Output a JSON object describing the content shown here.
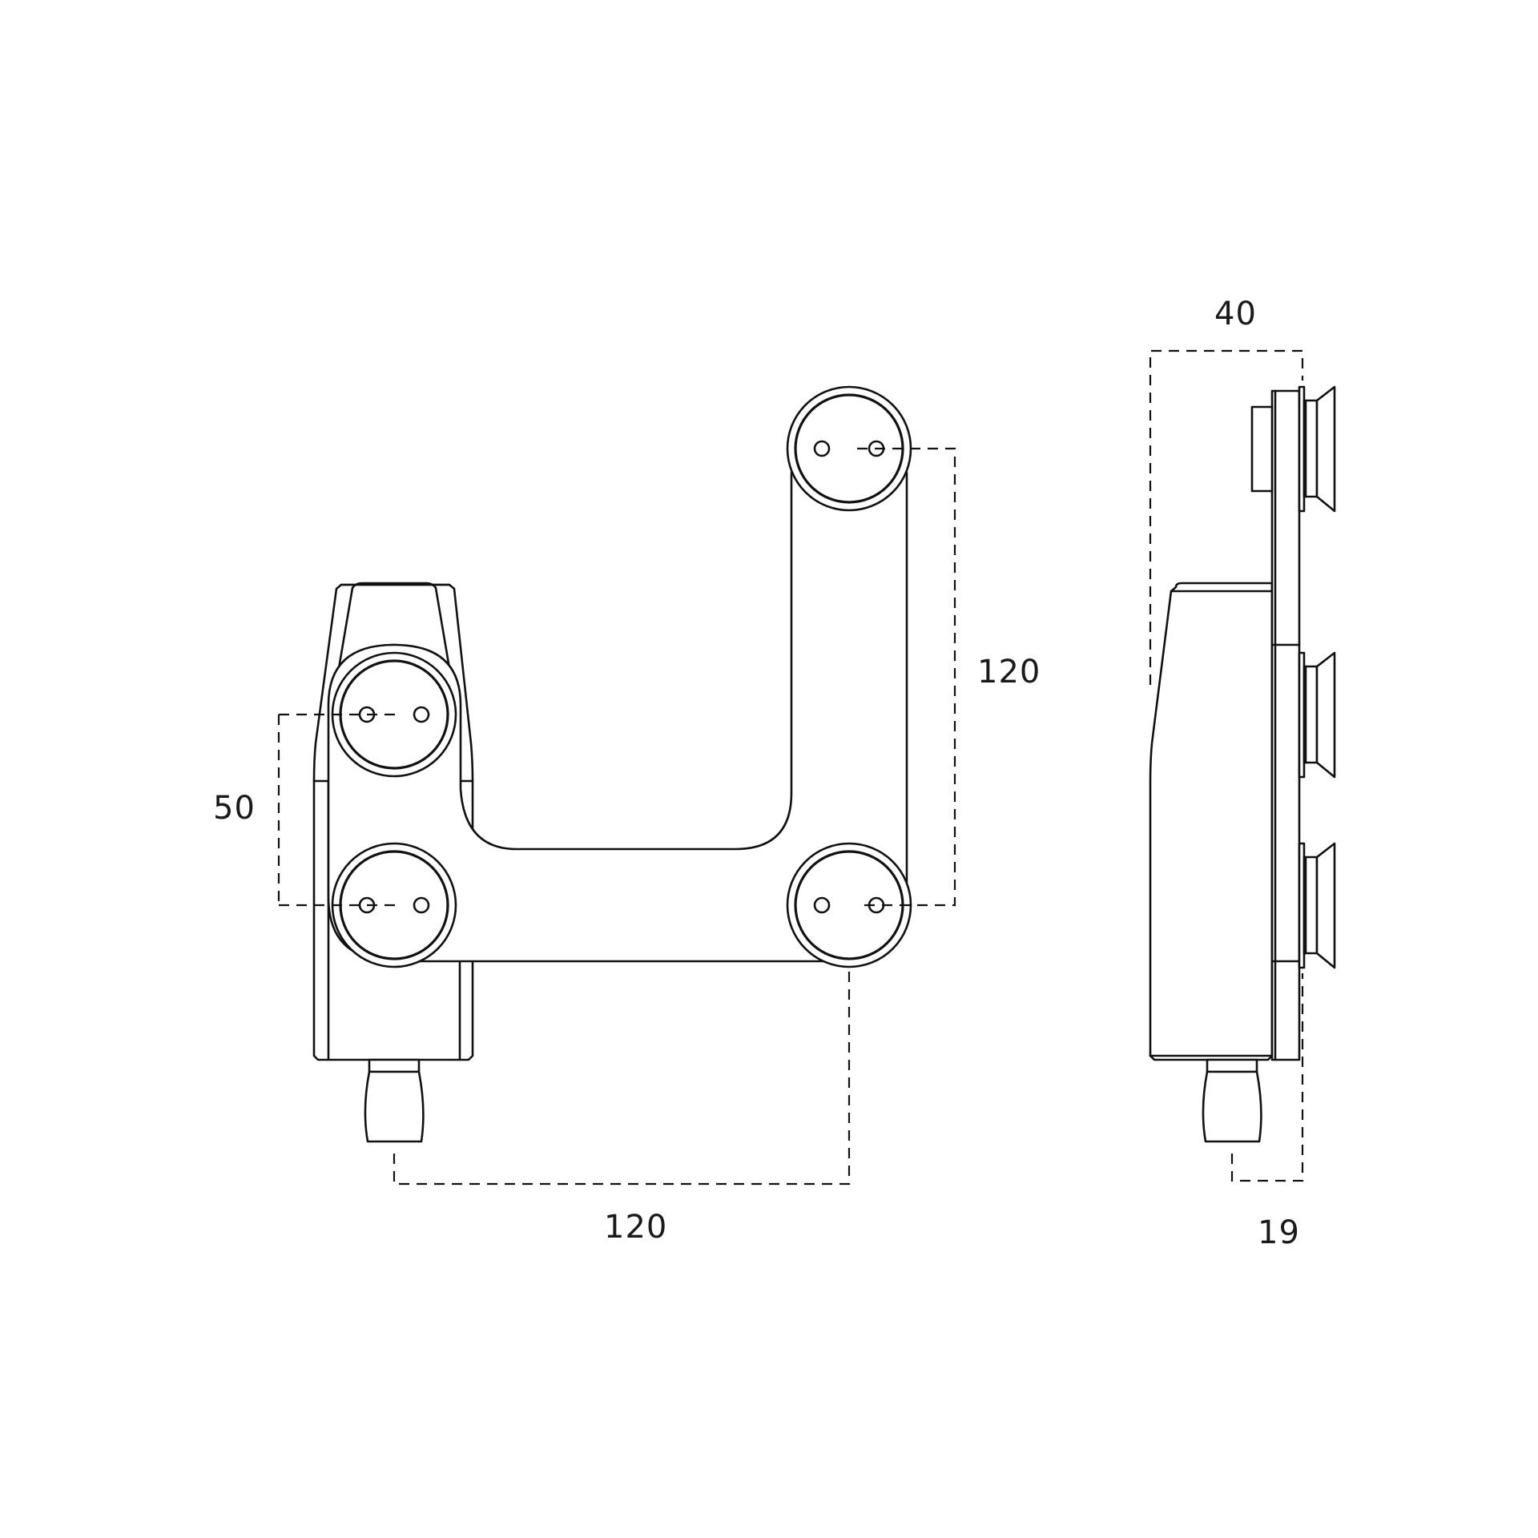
{
  "dimensions": {
    "front_height": "50",
    "front_vertical": "120",
    "front_horizontal": "120",
    "side_width": "40",
    "side_depth": "19"
  }
}
